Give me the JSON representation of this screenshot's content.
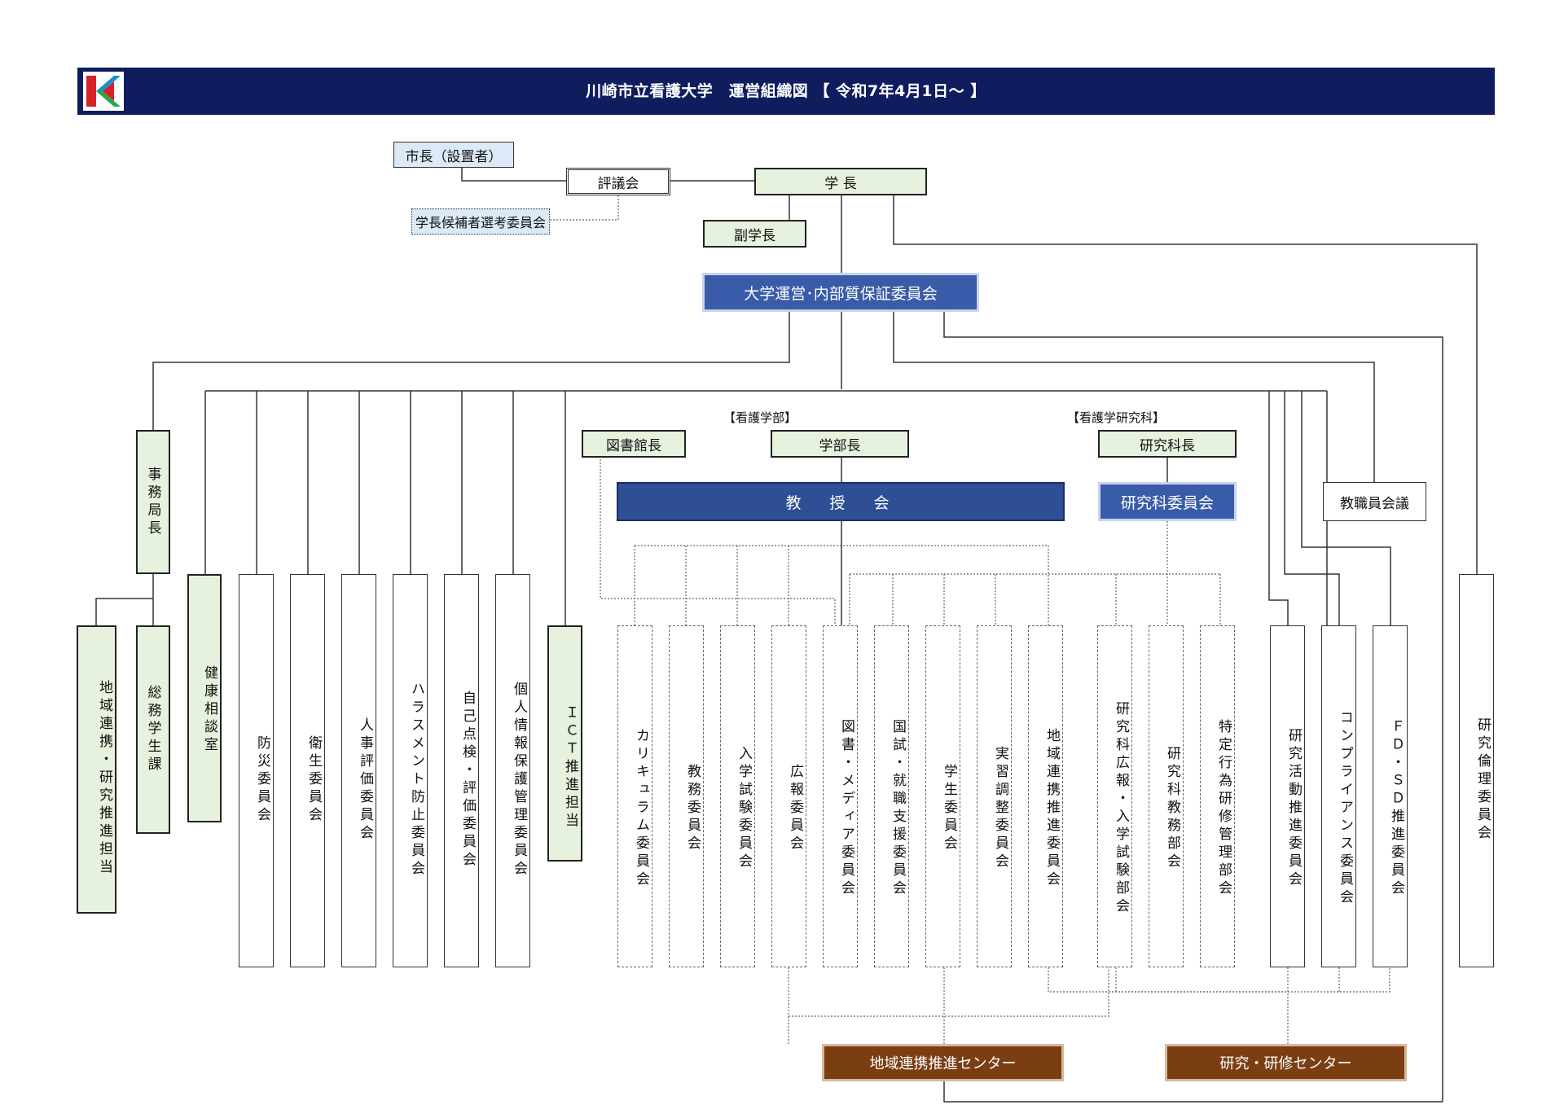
{
  "header": {
    "title": "川崎市立看護大学　運営組織図 【 令和7年4月1日～ 】"
  },
  "logo": {
    "name": "K-logo",
    "colors": [
      "#d6222a",
      "#1a8fd0",
      "#2aa64a"
    ]
  },
  "top": {
    "mayor": "市長（設置者）",
    "council": "評議会",
    "selection": "学長候補者選考委員会",
    "president": "学 長",
    "vice_president": "副学長",
    "qa_committee": "大学運営･内部質保証委員会"
  },
  "faculty": {
    "section_label": "【看護学部】",
    "dean": "学部長",
    "librarian": "図書館長",
    "council": "教　授　会"
  },
  "graduate": {
    "section_label": "【看護学研究科】",
    "dean": "研究科長",
    "council": "研究科委員会"
  },
  "staff_council": "教職員会議",
  "admin": {
    "director": "事務局長",
    "sections": [
      "地域連携・研究推進担当",
      "総務学生課"
    ]
  },
  "independent": {
    "health_room": "健康相談室",
    "committees": [
      "防災委員会",
      "衛生委員会",
      "人事評価委員会",
      "ハラスメント防止委員会",
      "自己点検・評価委員会",
      "個人情報保護管理委員会"
    ],
    "ict": "ＩＣＴ推進担当"
  },
  "faculty_committees": [
    "カリキュラム委員会",
    "教務委員会",
    "入学試験委員会",
    "広報委員会",
    "図書・メディア委員会",
    "国試・就職支援委員会",
    "学生委員会",
    "実習調整委員会",
    "地域連携推進委員会"
  ],
  "graduate_committees": [
    "研究科広報・入学試験部会",
    "研究科教務部会",
    "特定行為研修管理部会"
  ],
  "university_committees": [
    "研究活動推進委員会",
    "コンプライアンス委員会",
    "ＦＤ・ＳＤ推進委員会"
  ],
  "ethics_committee": "研究倫理委員会",
  "centers": [
    "地域連携推進センター",
    "研究・研修センター"
  ]
}
